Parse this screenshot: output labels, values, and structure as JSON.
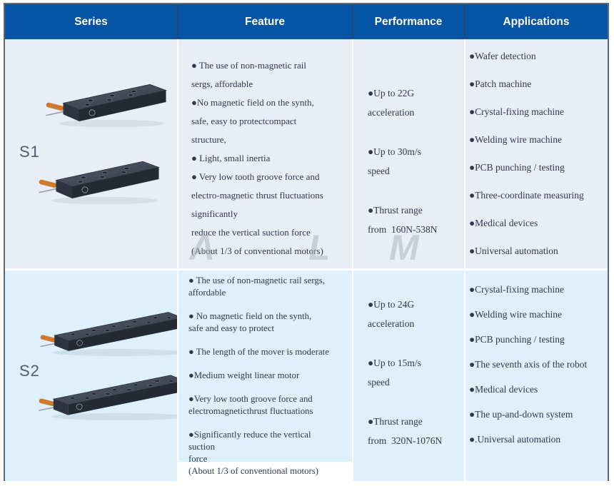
{
  "header": {
    "columns": [
      "Series",
      "Feature",
      "Performance",
      "Applications"
    ]
  },
  "watermark": {
    "letters": [
      "A",
      "L",
      "M"
    ]
  },
  "rows": [
    {
      "series": "S1",
      "features": [
        "● The use of non-magnetic rail\nsergs, affordable",
        "●No magnetic field on the synth,\nsafe, easy to protectcompact\nstructure,",
        "● Light, small inertia",
        "● Very low tooth groove force and\nelectro-magnetic thrust fluctuations\nsignificantly\nreduce the vertical suction force\n(About 1/3 of conventional motors)"
      ],
      "performance": [
        "●Up to 22G\nacceleration",
        "●Up to 30m/s\nspeed",
        "●Thrust range\nfrom  160N-538N"
      ],
      "applications": [
        "●Wafer detection",
        "●Patch machine",
        "●Crystal-fixing machine",
        "●Welding wire machine",
        "●PCB punching / testing",
        "●Three-coordinate measuring",
        "●Medical devices",
        "●Universal automation"
      ]
    },
    {
      "series": "S2",
      "features": [
        "● The use of non-magnetic rail sergs,\naffordable",
        "● No magnetic field on the synth,\nsafe and easy to protect",
        "● The length of the mover is moderate",
        "●Medium weight linear motor",
        "●Very low tooth groove force and\nelectromagneticthrust fluctuations",
        "●Significantly reduce the vertical\nsuction\nforce\n(About 1/3 of conventional motors)"
      ],
      "performance": [
        "●Up to 24G\nacceleration",
        "●Up to 15m/s\nspeed",
        "●Thrust range\nfrom  320N-1076N"
      ],
      "applications": [
        "●Crystal-fixing machine",
        "●Welding wire machine",
        "●PCB punching / testing",
        "●The seventh axis of the robot",
        "●Medical devices",
        "●The up-and-down system",
        "●.Universal automation"
      ]
    }
  ],
  "colors": {
    "header_bg": "#0554a6",
    "header_text": "#ffffff",
    "row_s1_bg": "#e9eef6",
    "row_s2_bg": "#def0fc",
    "body_text": "#2d3a4e",
    "cable_orange": "#d0782e"
  }
}
